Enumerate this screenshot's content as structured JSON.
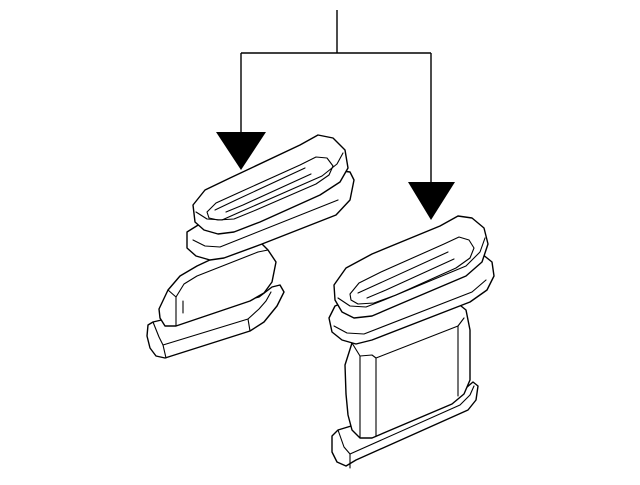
{
  "diagram": {
    "kind": "parts-illustration",
    "background_color": "#ffffff",
    "line_color": "#000000",
    "callout": {
      "label": "",
      "targets": [
        "short-duct",
        "tall-duct"
      ]
    },
    "parts": [
      {
        "id": "short-duct",
        "shape": "oval-rim air duct, short angled body"
      },
      {
        "id": "tall-duct",
        "shape": "oval-rim air duct, tall straight body"
      }
    ]
  }
}
